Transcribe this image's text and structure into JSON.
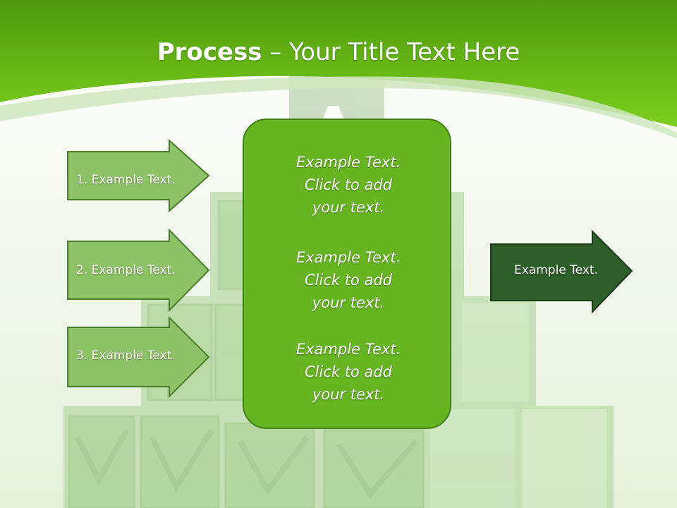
{
  "slide": {
    "title_bold": "Process",
    "title_rest": " – Your Title Text Here"
  },
  "left_arrows": [
    {
      "label": "1. Example Text."
    },
    {
      "label": "2. Example Text."
    },
    {
      "label": "3. Example Text."
    }
  ],
  "center_box": {
    "blocks": [
      {
        "line1": "Example Text.",
        "line2": "Click  to add",
        "line3": "your text."
      },
      {
        "line1": "Example Text.",
        "line2": "Click  to add",
        "line3": "your text."
      },
      {
        "line1": "Example Text.",
        "line2": "Click  to add",
        "line3": "your text."
      }
    ]
  },
  "right_arrow": {
    "label": "Example Text."
  },
  "colors": {
    "header_green": "#6cc41a",
    "arrow_light": "#8dc266",
    "box_green": "#66b521",
    "arrow_dark": "#2e5e2a"
  }
}
